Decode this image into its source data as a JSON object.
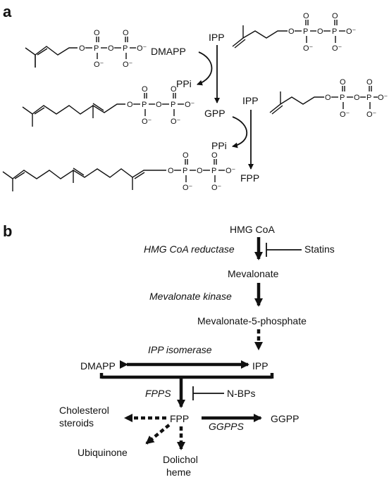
{
  "panel_a": {
    "letter": "a",
    "labels": {
      "dmapp": "DMAPP",
      "ipp_top": "IPP",
      "ppi_1": "PPi",
      "gpp": "GPP",
      "ipp_mid": "IPP",
      "ppi_2": "PPi",
      "fpp": "FPP"
    },
    "atoms": {
      "O": "O",
      "P": "P",
      "O_minus": "O⁻"
    }
  },
  "panel_b": {
    "letter": "b",
    "nodes": {
      "hmg_coa": "HMG CoA",
      "statins": "Statins",
      "mevalonate": "Mevalonate",
      "mevalonate_5p": "Mevalonate-5-phosphate",
      "dmapp": "DMAPP",
      "ipp": "IPP",
      "nbps": "N-BPs",
      "cholesterol_1": "Cholesterol",
      "cholesterol_2": "steroids",
      "fpp": "FPP",
      "ggpp": "GGPP",
      "ubiquinone": "Ubiquinone",
      "dolichol_1": "Dolichol",
      "dolichol_2": "heme"
    },
    "enzymes": {
      "hmg_reductase": "HMG CoA reductase",
      "mev_kinase": "Mevalonate kinase",
      "ipp_isomerase": "IPP isomerase",
      "fpps": "FPPS",
      "ggpps": "GGPPS"
    }
  }
}
